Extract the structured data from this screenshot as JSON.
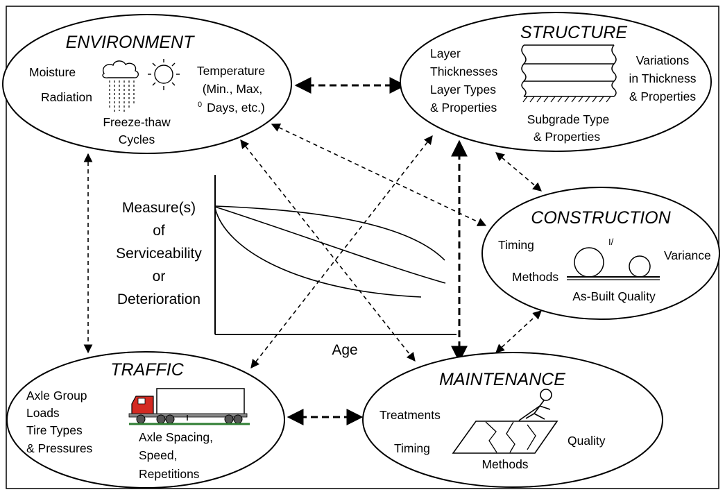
{
  "environment": {
    "title": "ENVIRONMENT",
    "moisture": "Moisture",
    "radiation": "Radiation",
    "temperature": [
      "Temperature",
      "(Min., Max,",
      "Days, etc.)"
    ],
    "degree_mark": "0",
    "freeze_thaw": [
      "Freeze-thaw",
      "Cycles"
    ]
  },
  "structure": {
    "title": "STRUCTURE",
    "layers": [
      "Layer",
      "Thicknesses",
      "Layer Types",
      "& Properties"
    ],
    "variations": [
      "Variations",
      "in Thickness",
      "& Properties"
    ],
    "subgrade": [
      "Subgrade Type",
      "& Properties"
    ]
  },
  "construction": {
    "title": "CONSTRUCTION",
    "timing": "Timing",
    "variance": "Variance",
    "methods": "Methods",
    "as_built": "As-Built Quality",
    "quote_mark": "I/"
  },
  "traffic": {
    "title": "TRAFFIC",
    "left": [
      "Axle Group",
      "Loads",
      "Tire Types",
      "& Pressures"
    ],
    "right": [
      "Axle Spacing,",
      "Speed,",
      "Repetitions"
    ]
  },
  "maintenance": {
    "title": "MAINTENANCE",
    "treatments": "Treatments",
    "timing": "Timing",
    "quality": "Quality",
    "methods": "Methods"
  },
  "center_chart": {
    "ylabel": [
      "Measure(s)",
      "of",
      "Serviceability",
      "or",
      "Deterioration"
    ],
    "xlabel": "Age"
  },
  "colors": {
    "truck_cab": "#d42a22",
    "truck_trailer": "#ffffff",
    "road_green": "#2e7d32",
    "line": "#000000"
  }
}
